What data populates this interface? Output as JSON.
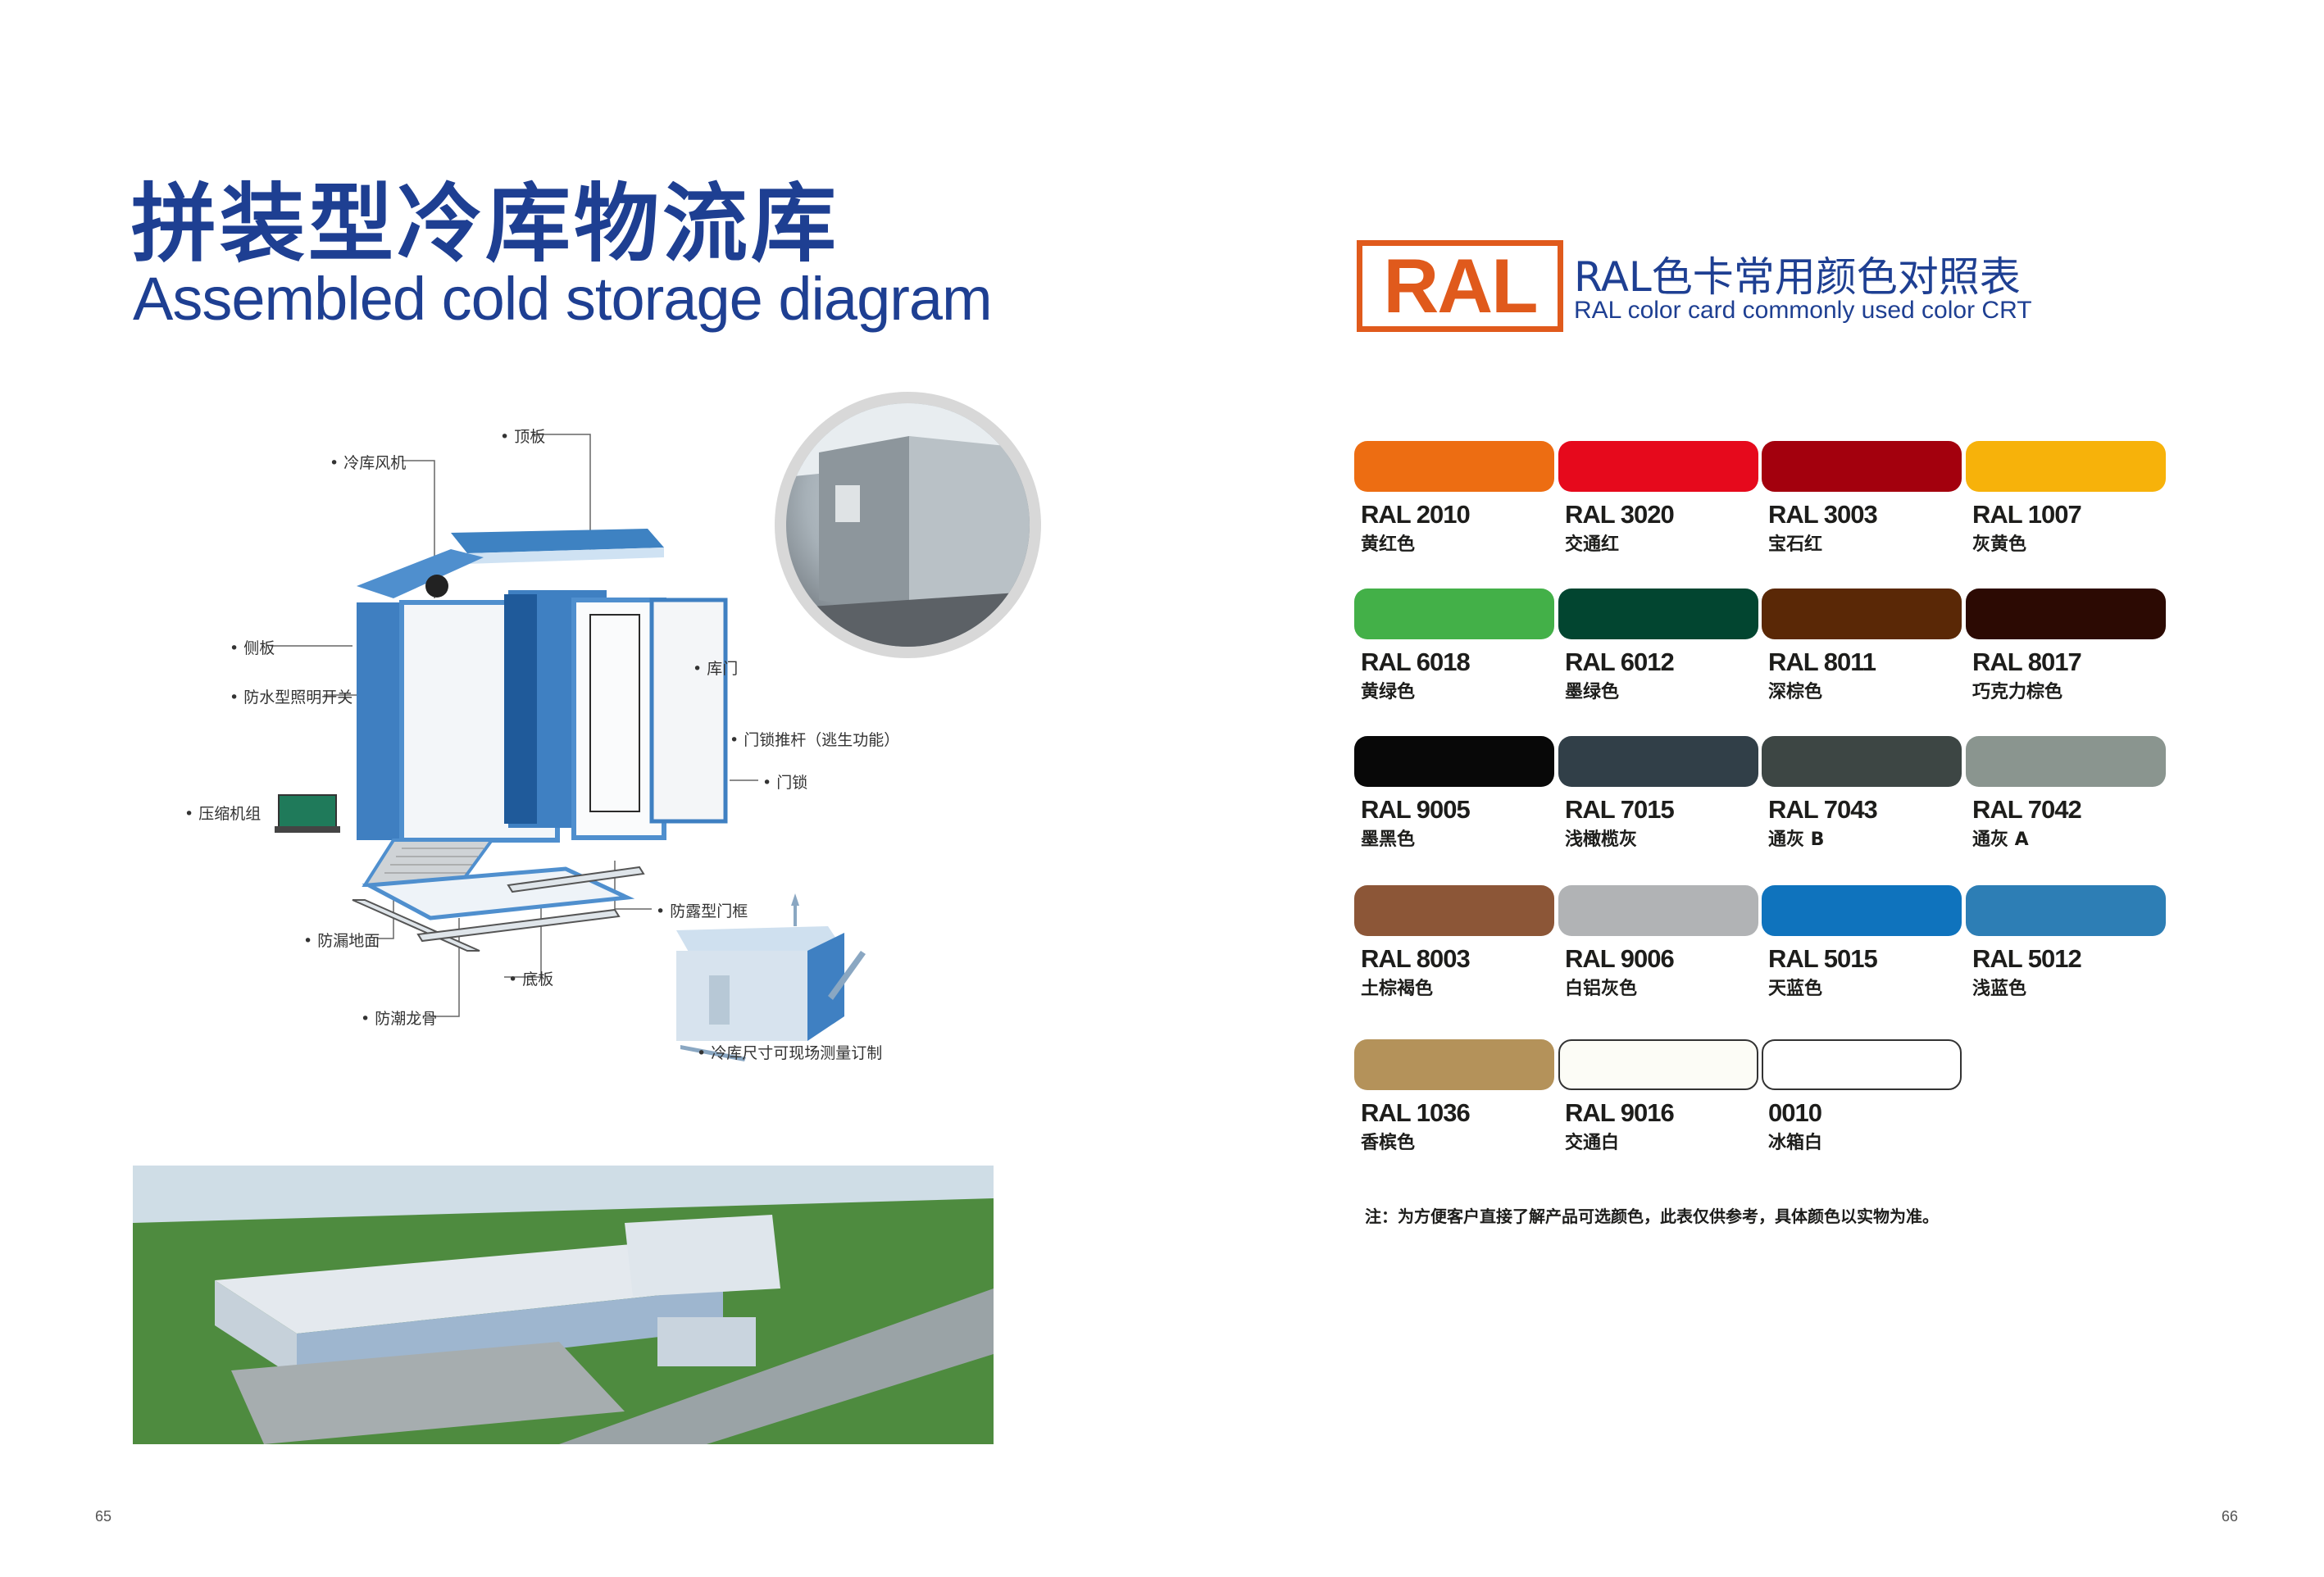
{
  "left_page": {
    "title_cn": "拼装型冷库物流库",
    "title_en": "Assembled cold storage diagram",
    "labels": {
      "top_panel": "• 顶板",
      "fan": "• 冷库风机",
      "side_panel": "• 侧板",
      "switch": "• 防水型照明开关",
      "compressor": "• 压缩机组",
      "door": "• 库门",
      "push_rod": "• 门锁推杆（逃生功能）",
      "lock": "• 门锁",
      "frame": "• 防露型门框",
      "floor_leak": "• 防漏地面",
      "bottom_panel": "• 底板",
      "keel": "• 防潮龙骨",
      "custom_size": "• 冷库尺寸可现场测量订制"
    },
    "page_number": "65"
  },
  "right_page": {
    "logo": "RAL",
    "title_cn": "RAL色卡常用颜色对照表",
    "title_en": "RAL color card commonly used color CRT",
    "swatches": [
      {
        "code": "RAL 2010",
        "name": "黄红色",
        "color": "#ed6d12"
      },
      {
        "code": "RAL 3020",
        "name": "交通红",
        "color": "#e6091c"
      },
      {
        "code": "RAL 3003",
        "name": "宝石红",
        "color": "#a3000d"
      },
      {
        "code": "RAL 1007",
        "name": "灰黄色",
        "color": "#f7b20a"
      },
      {
        "code": "RAL 6018",
        "name": "黄绿色",
        "color": "#43b048"
      },
      {
        "code": "RAL 6012",
        "name": "墨绿色",
        "color": "#024530"
      },
      {
        "code": "RAL 8011",
        "name": "深棕色",
        "color": "#5a2806"
      },
      {
        "code": "RAL 8017",
        "name": "巧克力棕色",
        "color": "#2c0a03"
      },
      {
        "code": "RAL 9005",
        "name": "墨黑色",
        "color": "#080808"
      },
      {
        "code": "RAL 7015",
        "name": "浅橄榄灰",
        "color": "#313f48"
      },
      {
        "code": "RAL 7043",
        "name": "通灰 B",
        "color": "#3d4644"
      },
      {
        "code": "RAL 7042",
        "name": "通灰 A",
        "color": "#8a958f"
      },
      {
        "code": "RAL 8003",
        "name": "土棕褐色",
        "color": "#8c5637"
      },
      {
        "code": "RAL 9006",
        "name": "白铝灰色",
        "color": "#b1b3b5"
      },
      {
        "code": "RAL 5015",
        "name": "天蓝色",
        "color": "#0f73bd"
      },
      {
        "code": "RAL 5012",
        "name": "浅蓝色",
        "color": "#2d7eb5"
      },
      {
        "code": "RAL 1036",
        "name": "香槟色",
        "color": "#b4925a"
      },
      {
        "code": "RAL 9016",
        "name": "交通白",
        "color": "#fcfcf6"
      },
      {
        "code": "0010",
        "name": "冰箱白",
        "color": "#ffffff"
      }
    ],
    "note": "注：为方便客户直接了解产品可选颜色，此表仅供参考，具体颜色以实物为准。",
    "page_number": "66"
  }
}
